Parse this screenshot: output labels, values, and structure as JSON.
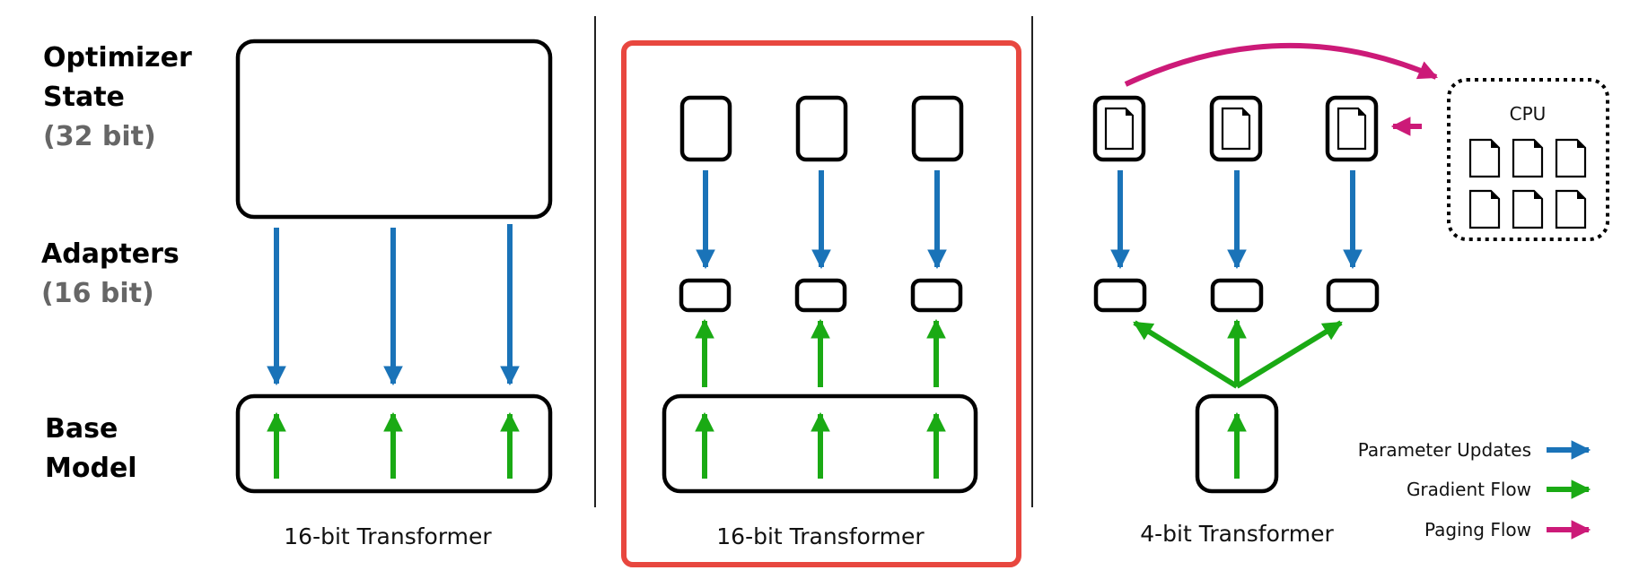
{
  "row_labels": {
    "optimizer": {
      "line1": "Optimizer",
      "line2": "State",
      "bits": "(32 bit)"
    },
    "adapters": {
      "line1": "Adapters",
      "bits": "(16 bit)"
    },
    "base": {
      "line1": "Base",
      "line2": "Model"
    }
  },
  "panels": {
    "full_finetuning": {
      "caption": "16-bit Transformer"
    },
    "lora": {
      "caption": "16-bit Transformer",
      "highlight_color": "#e8473f"
    },
    "qlora": {
      "caption": "4-bit Transformer",
      "cpu_label": "CPU"
    }
  },
  "legend": {
    "parameter_updates": {
      "label": "Parameter Updates",
      "color": "#1a73b8"
    },
    "gradient_flow": {
      "label": "Gradient Flow",
      "color": "#1aaa14"
    },
    "paging_flow": {
      "label": "Paging Flow",
      "color": "#cc1a78"
    }
  }
}
